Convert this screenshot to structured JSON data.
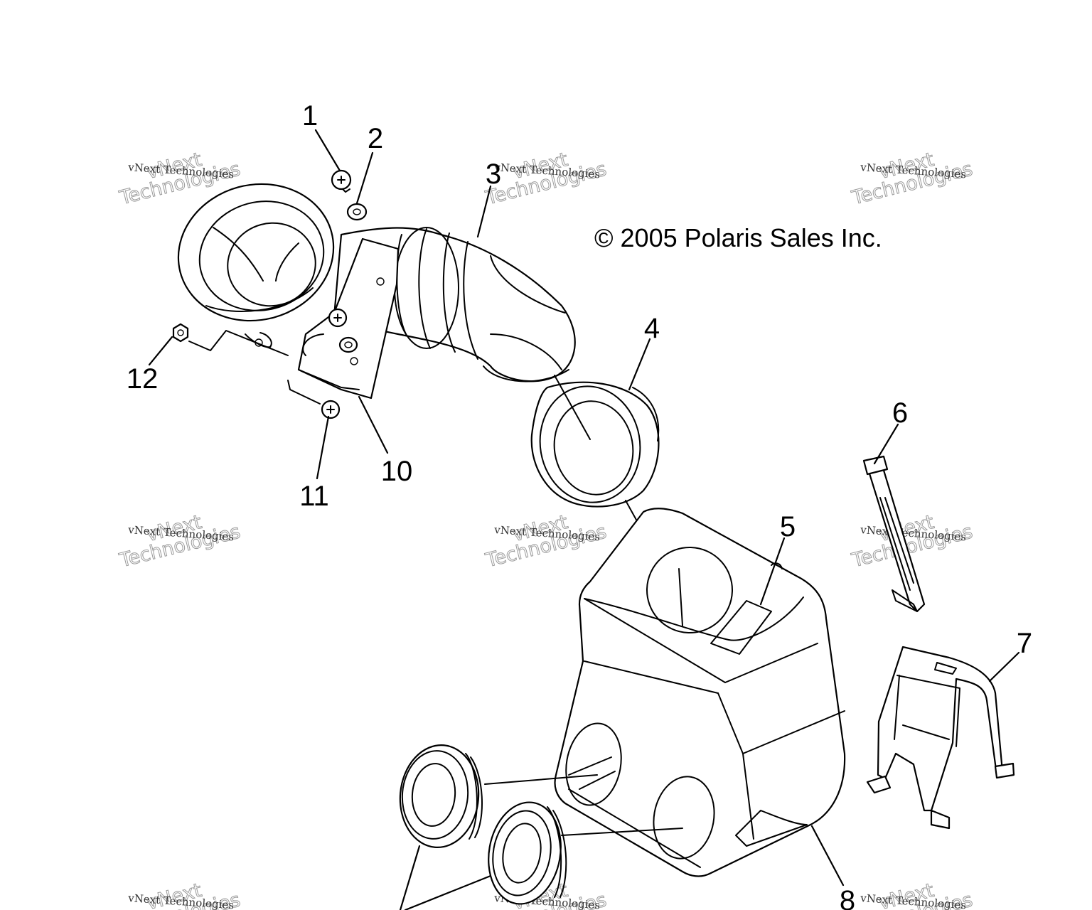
{
  "copyright": "© 2005 Polaris Sales Inc.",
  "callouts": [
    "1",
    "2",
    "3",
    "4",
    "5",
    "6",
    "7",
    "8",
    "10",
    "11",
    "12"
  ],
  "watermark": {
    "line1": "vNext Technologies",
    "line2a": "vNext",
    "line2b": "Technologies"
  },
  "colors": {
    "line": "#000000",
    "background": "#ffffff",
    "watermark": "#9a9a9a"
  }
}
